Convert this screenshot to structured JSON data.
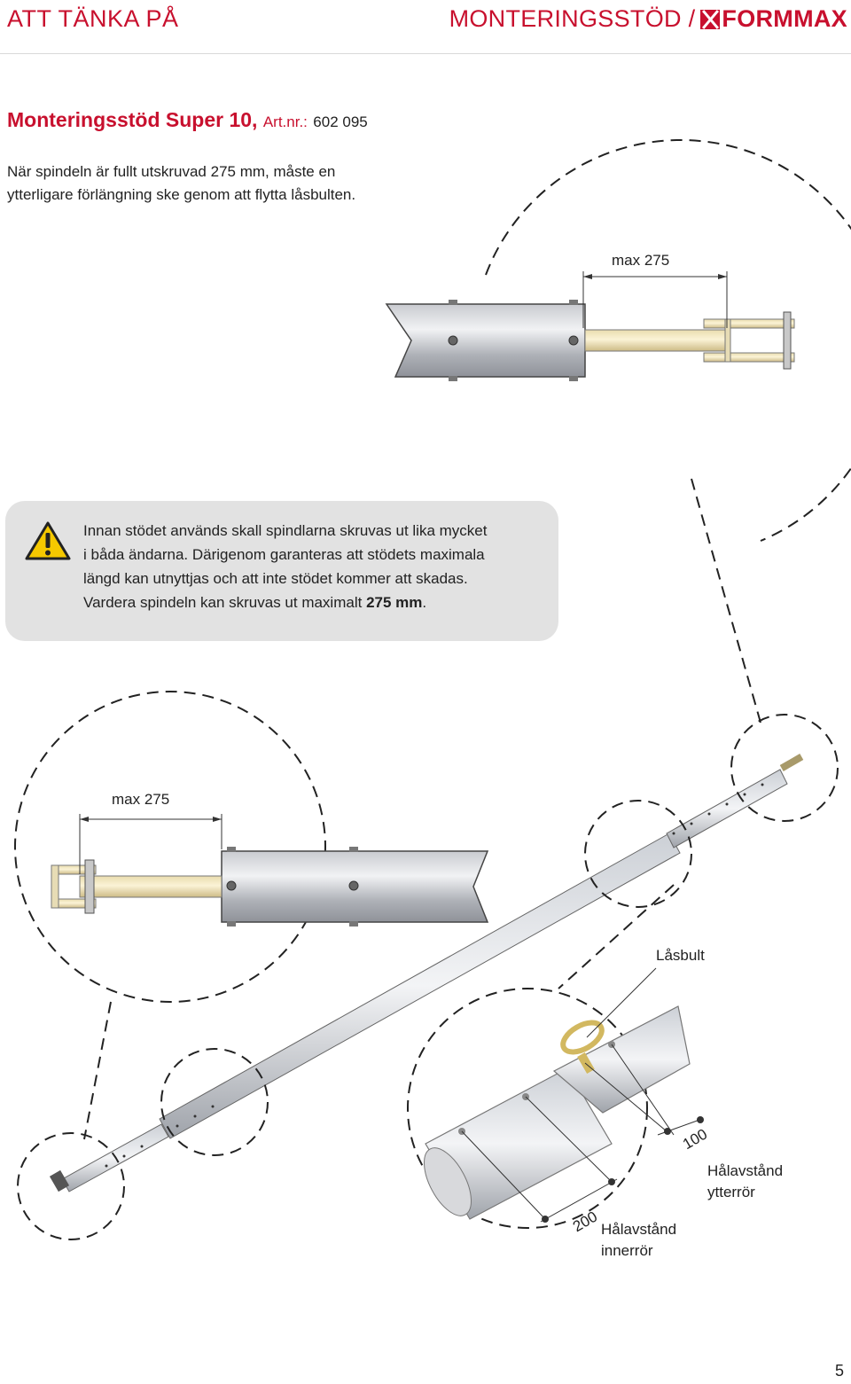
{
  "header": {
    "section": "ATT TÄNKA PÅ",
    "product": "MONTERINGSSTÖD /",
    "brand": "FORMMAX"
  },
  "title": {
    "product_name": "Monteringsstöd Super 10,",
    "artnr_label": "Art.nr.:",
    "artnr_value": "602 095"
  },
  "intro": {
    "line1": "När spindeln är fullt utskruvad 275 mm, måste en",
    "line2": "ytterligare förlängning ske genom att flytta låsbulten."
  },
  "notice": {
    "icon": "warning-triangle-icon",
    "line1": "Innan stödet används skall spindlarna skruvas ut lika mycket",
    "line2": "i båda ändarna. Därigenom garanteras att stödets maximala",
    "line3": "längd kan utnyttjas och att inte stödet kommer att skadas.",
    "line4_prefix": "Vardera spindeln kan skruvas ut maximalt",
    "line4_bold": "275 mm",
    "line4_suffix": "."
  },
  "figure": {
    "top_dimension": "max 275",
    "left_dimension": "max 275",
    "lock_bolt": "Låsbult",
    "outer_pitch_value": "100",
    "outer_pitch_label_1": "Hålavstånd",
    "outer_pitch_label_2": "ytterrör",
    "inner_pitch_value": "200",
    "inner_pitch_label_1": "Hålavstånd",
    "inner_pitch_label_2": "innerrör"
  },
  "page_number": "5",
  "colors": {
    "brand_red": "#c8102e",
    "notice_bg": "#e2e2e2",
    "warning_yellow": "#f5c800"
  }
}
